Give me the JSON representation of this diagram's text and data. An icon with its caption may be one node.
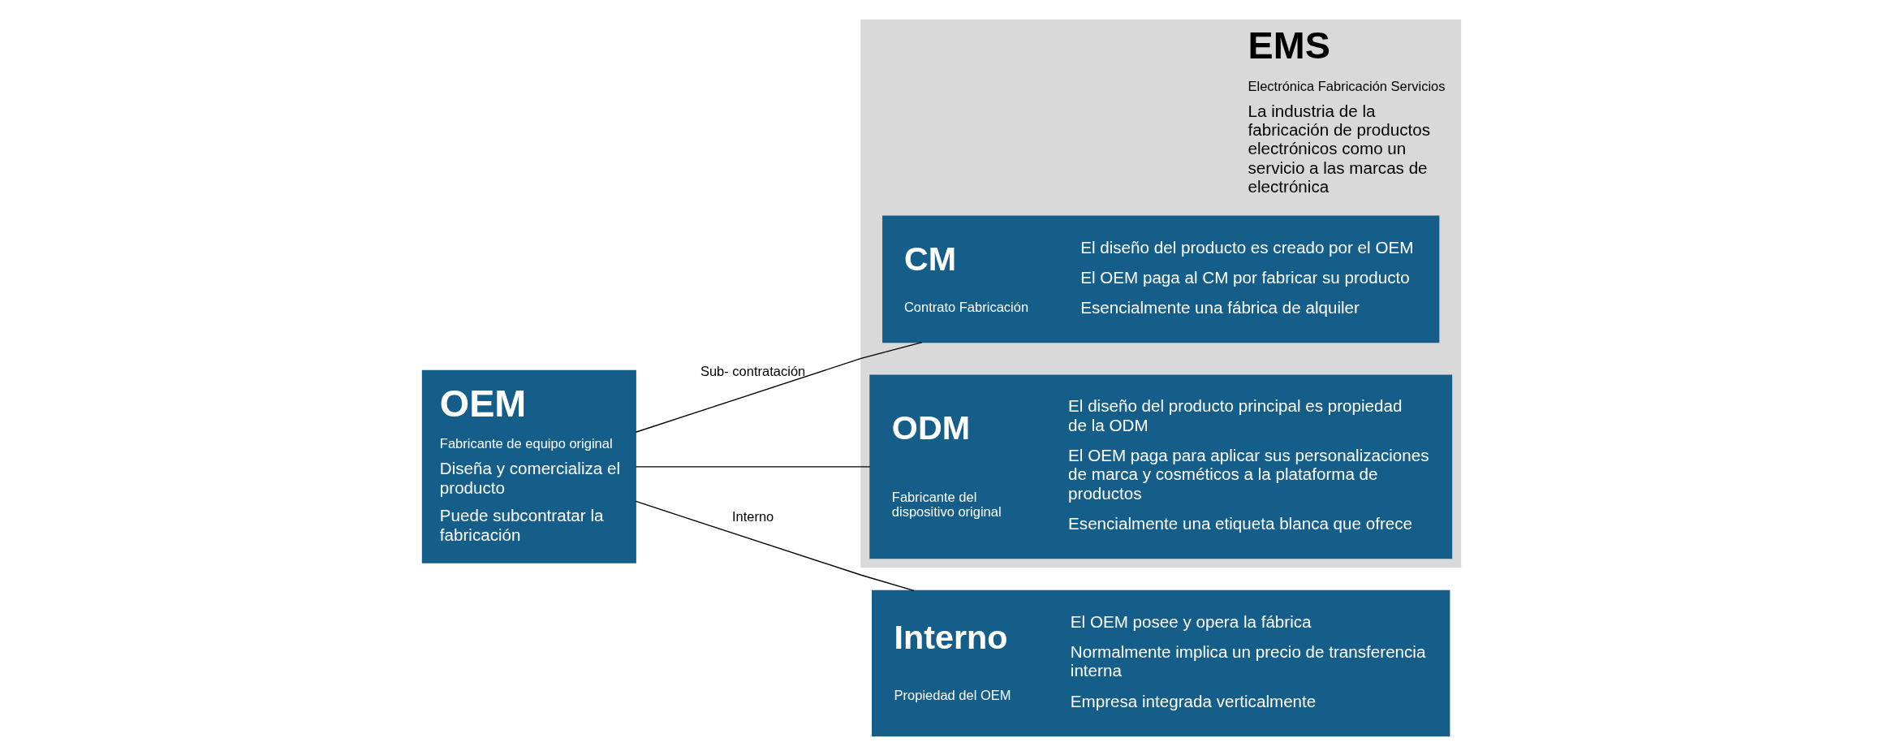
{
  "diagram": {
    "nodes": [
      {
        "text": [
          "OEM",
          "Fabricante de equipo original",
          "Diseña y comercializa el producto",
          "Puede subcontratar la fabricación"
        ]
      },
      {
        "text": [
          "EMS",
          "Electrónica Fabricación Servicios",
          "La industria de la fabricación de productos electrónicos como un servicio a las marcas de electrónica"
        ]
      },
      {
        "text": [
          "CM",
          "Contrato Fabricación",
          "El diseño del producto es creado por el OEM",
          "El OEM paga al CM por fabricar su producto",
          "Esencialmente una fábrica de alquiler"
        ],
        "in": 1
      },
      {
        "text": [
          "ODM",
          "Fabricante del dispositivo original",
          "El diseño del producto principal es propiedad de la ODM",
          "El OEM paga para aplicar sus personalizaciones de marca y cosméticos a la plataforma de productos",
          "Esencialmente una etiqueta blanca que ofrece"
        ],
        "in": 1
      },
      {
        "text": [
          "Interno",
          "Propiedad del OEM",
          "El OEM posee y opera la fábrica",
          "Normalmente implica un precio de transferencia interna",
          "Empresa integrada verticalmente"
        ]
      }
    ],
    "edges": [
      {
        "from": 0,
        "to": 2,
        "arrow": "none",
        "label": "Sub- contratación"
      },
      {
        "from": 0,
        "to": 3,
        "arrow": "none"
      },
      {
        "from": 0,
        "to": 4,
        "arrow": "none",
        "label": "Interno"
      }
    ]
  }
}
